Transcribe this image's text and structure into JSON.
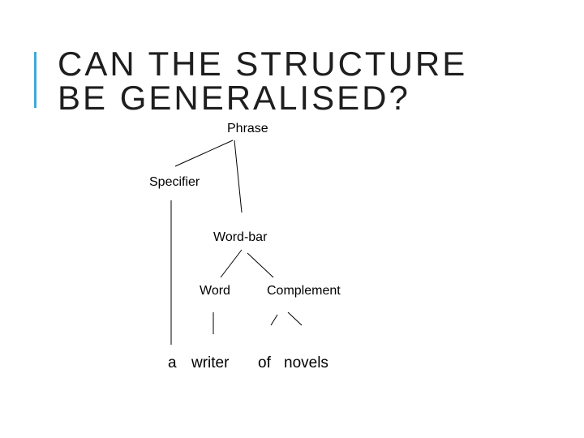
{
  "slide": {
    "title_line1": "CAN THE STRUCTURE",
    "title_line2": "BE GENERALISED?",
    "accent_color": "#3fa9d6"
  },
  "tree": {
    "phrase": "Phrase",
    "specifier": "Specifier",
    "word_bar": "Word-bar",
    "word": "Word",
    "complement": "Complement",
    "leaves": {
      "a": "a",
      "writer": "writer",
      "of": "of",
      "novels": "novels"
    }
  }
}
